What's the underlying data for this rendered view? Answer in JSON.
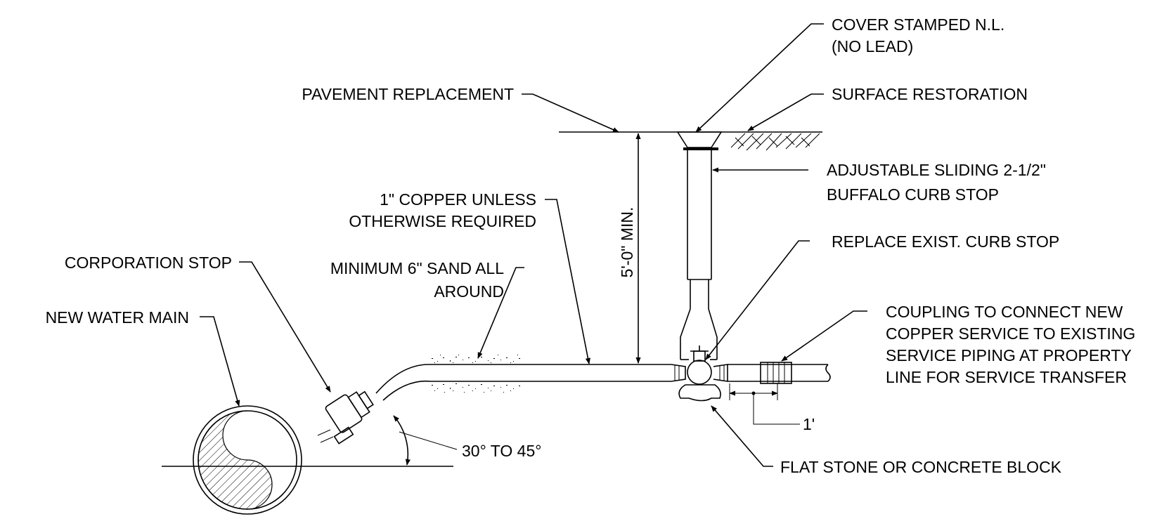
{
  "labels": {
    "cover_line1": "COVER STAMPED N.L.",
    "cover_line2": "(NO LEAD)",
    "pavement": "PAVEMENT REPLACEMENT",
    "surface": "SURFACE RESTORATION",
    "buffalo_line1": "ADJUSTABLE SLIDING 2-1/2\"",
    "buffalo_line2": "BUFFALO CURB STOP",
    "copper_line1": "1\" COPPER UNLESS",
    "copper_line2": "OTHERWISE REQUIRED",
    "depth": "5'-0\" MIN.",
    "replace": "REPLACE EXIST. CURB STOP",
    "corporation": "CORPORATION STOP",
    "sand_line1": "MINIMUM 6\" SAND ALL",
    "sand_line2": "AROUND",
    "main": "NEW WATER MAIN",
    "coupling_line1": "COUPLING TO CONNECT NEW",
    "coupling_line2": "COPPER SERVICE TO EXISTING",
    "coupling_line3": "SERVICE PIPING AT PROPERTY",
    "coupling_line4": "LINE FOR SERVICE TRANSFER",
    "one_foot": "1'",
    "angle": "30° TO 45°",
    "stone": "FLAT STONE OR CONCRETE BLOCK"
  }
}
